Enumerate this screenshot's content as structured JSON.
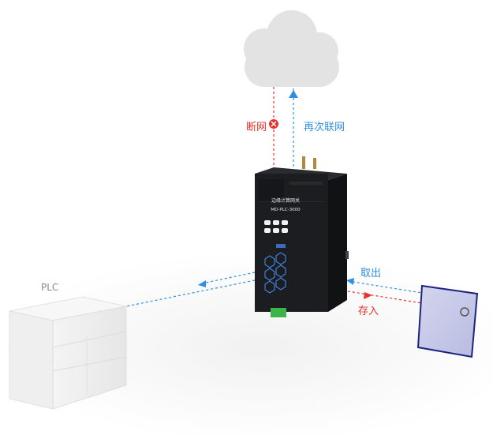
{
  "links": {
    "cloud_disconnect": "断网",
    "cloud_reconnect": "再次联网",
    "card_read": "取出",
    "card_write": "存入"
  },
  "plc": {
    "label": "PLC"
  },
  "gateway": {
    "title": "边缘计算网关",
    "model": "MD-PLC-3000"
  },
  "colors": {
    "red_line": "#e8312a",
    "blue_line": "#2f8ee6",
    "gateway_body": "#1c1d20",
    "card_body": "#c6c9e8",
    "cloud": "#e3e3e3"
  }
}
